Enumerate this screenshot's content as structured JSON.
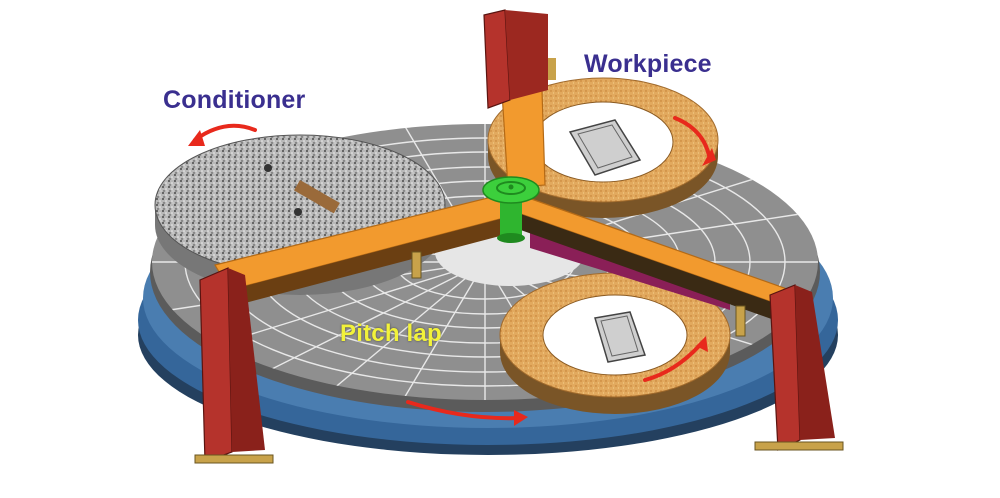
{
  "labels": {
    "conditioner": "Conditioner",
    "workpiece": "Workpiece",
    "pitch_lap": "Pitch lap"
  },
  "colors": {
    "label_blue": "#3a2f8f",
    "label_yellow": "#f2f23a",
    "arm_orange": "#f29a2e",
    "pillar_red": "#b5332c",
    "ring_tan": "#e0a85c",
    "lap_grey": "#8c8c8c",
    "base_blue": "#2f5f8f",
    "hub_green": "#3ccf3c",
    "arrow_red": "#e8291c",
    "weir_purple": "#8a1f57"
  }
}
